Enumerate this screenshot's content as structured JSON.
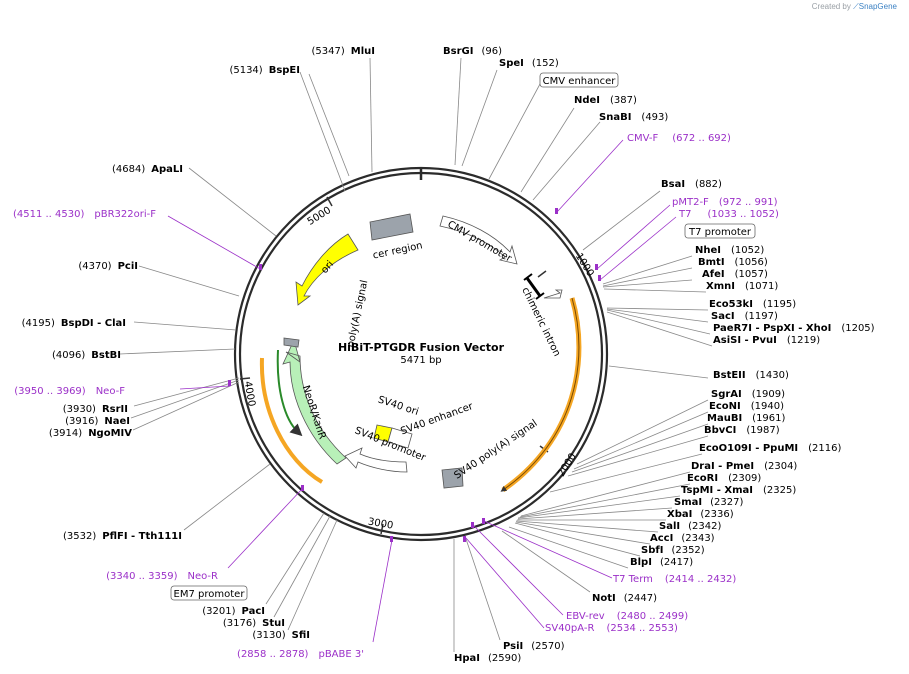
{
  "app": {
    "credit_prefix": "Created by",
    "credit_brand": "SnapGene"
  },
  "map": {
    "name": "HiBiT-PTGDR Fusion Vector",
    "size_label": "5471 bp",
    "length_bp": 5471,
    "ticks": [
      {
        "bp": 1000,
        "label": "1000"
      },
      {
        "bp": 2000,
        "label": "2000"
      },
      {
        "bp": 3000,
        "label": "3000"
      },
      {
        "bp": 4000,
        "label": "4000"
      },
      {
        "bp": 5000,
        "label": "5000"
      }
    ]
  },
  "colors": {
    "backbone": "#2b2b2b",
    "primer": "#9b30c8",
    "orf": "#f5a623",
    "ori": "#ffff00",
    "neo": "#b8f0b8",
    "grey_feature": "#9ca3ab",
    "white_feature": "#ffffff"
  },
  "sites": [
    {
      "name": "BsrGI",
      "pos": "(96)"
    },
    {
      "name": "SpeI",
      "pos": "(152)"
    },
    {
      "name": "NdeI",
      "pos": "(387)"
    },
    {
      "name": "SnaBI",
      "pos": "(493)"
    },
    {
      "name": "BsaI",
      "pos": "(882)"
    },
    {
      "name": "NheI",
      "pos": "(1052)"
    },
    {
      "name": "BmtI",
      "pos": "(1056)"
    },
    {
      "name": "AfeI",
      "pos": "(1057)"
    },
    {
      "name": "XmnI",
      "pos": "(1071)"
    },
    {
      "name": "Eco53kI",
      "pos": "(1195)"
    },
    {
      "name": "SacI",
      "pos": "(1197)"
    },
    {
      "name": "PaeR7I - PspXI - XhoI",
      "pos": "(1205)"
    },
    {
      "name": "AsiSI - PvuI",
      "pos": "(1219)"
    },
    {
      "name": "BstEII",
      "pos": "(1430)"
    },
    {
      "name": "SgrAI",
      "pos": "(1909)"
    },
    {
      "name": "EcoNI",
      "pos": "(1940)"
    },
    {
      "name": "MauBI",
      "pos": "(1961)"
    },
    {
      "name": "BbvCI",
      "pos": "(1987)"
    },
    {
      "name": "EcoO109I - PpuMI",
      "pos": "(2116)"
    },
    {
      "name": "DraI - PmeI",
      "pos": "(2304)"
    },
    {
      "name": "EcoRI",
      "pos": "(2309)"
    },
    {
      "name": "TspMI - XmaI",
      "pos": "(2325)"
    },
    {
      "name": "SmaI",
      "pos": "(2327)"
    },
    {
      "name": "XbaI",
      "pos": "(2336)"
    },
    {
      "name": "SalI",
      "pos": "(2342)"
    },
    {
      "name": "AccI",
      "pos": "(2343)"
    },
    {
      "name": "SbfI",
      "pos": "(2352)"
    },
    {
      "name": "BlpI",
      "pos": "(2417)"
    },
    {
      "name": "NotI",
      "pos": "(2447)"
    },
    {
      "name": "PsiI",
      "pos": "(2570)"
    },
    {
      "name": "HpaI",
      "pos": "(2590)"
    },
    {
      "name": "SfiI",
      "pos": "(3130)"
    },
    {
      "name": "StuI",
      "pos": "(3176)"
    },
    {
      "name": "PacI",
      "pos": "(3201)"
    },
    {
      "name": "PflFI - Tth111I",
      "pos": "(3532)"
    },
    {
      "name": "NgoMIV",
      "pos": "(3914)"
    },
    {
      "name": "NaeI",
      "pos": "(3916)"
    },
    {
      "name": "RsrII",
      "pos": "(3930)"
    },
    {
      "name": "BstBI",
      "pos": "(4096)"
    },
    {
      "name": "BspDI - ClaI",
      "pos": "(4195)"
    },
    {
      "name": "PciI",
      "pos": "(4370)"
    },
    {
      "name": "ApaLI",
      "pos": "(4684)"
    },
    {
      "name": "BspEI",
      "pos": "(5134)"
    },
    {
      "name": "MluI",
      "pos": "(5347)"
    }
  ],
  "primers": [
    {
      "name": "CMV-F",
      "range": "(672 .. 692)"
    },
    {
      "name": "pMT2-F",
      "range": "(972 .. 991)"
    },
    {
      "name": "T7",
      "range": "(1033 .. 1052)"
    },
    {
      "name": "T7 Term",
      "range": "(2414 .. 2432)"
    },
    {
      "name": "EBV-rev",
      "range": "(2480 .. 2499)"
    },
    {
      "name": "SV40pA-R",
      "range": "(2534 .. 2553)"
    },
    {
      "name": "pBABE 3'",
      "range": "(2858 .. 2878)"
    },
    {
      "name": "Neo-R",
      "range": "(3340 .. 3359)"
    },
    {
      "name": "Neo-F",
      "range": "(3950 .. 3969)"
    },
    {
      "name": "pBR322ori-F",
      "range": "(4511 .. 4530)"
    }
  ],
  "boxed_features": [
    {
      "name": "CMV enhancer"
    },
    {
      "name": "T7 promoter"
    },
    {
      "name": "EM7 promoter"
    }
  ],
  "features": [
    {
      "name": "CMV promoter"
    },
    {
      "name": "chimeric intron"
    },
    {
      "name": "SV40 poly(A) signal"
    },
    {
      "name": "SV40 ori"
    },
    {
      "name": "SV40 enhancer"
    },
    {
      "name": "SV40 promoter"
    },
    {
      "name": "NeoR/KanR"
    },
    {
      "name": "poly(A) signal"
    },
    {
      "name": "ori"
    },
    {
      "name": "cer region"
    }
  ]
}
